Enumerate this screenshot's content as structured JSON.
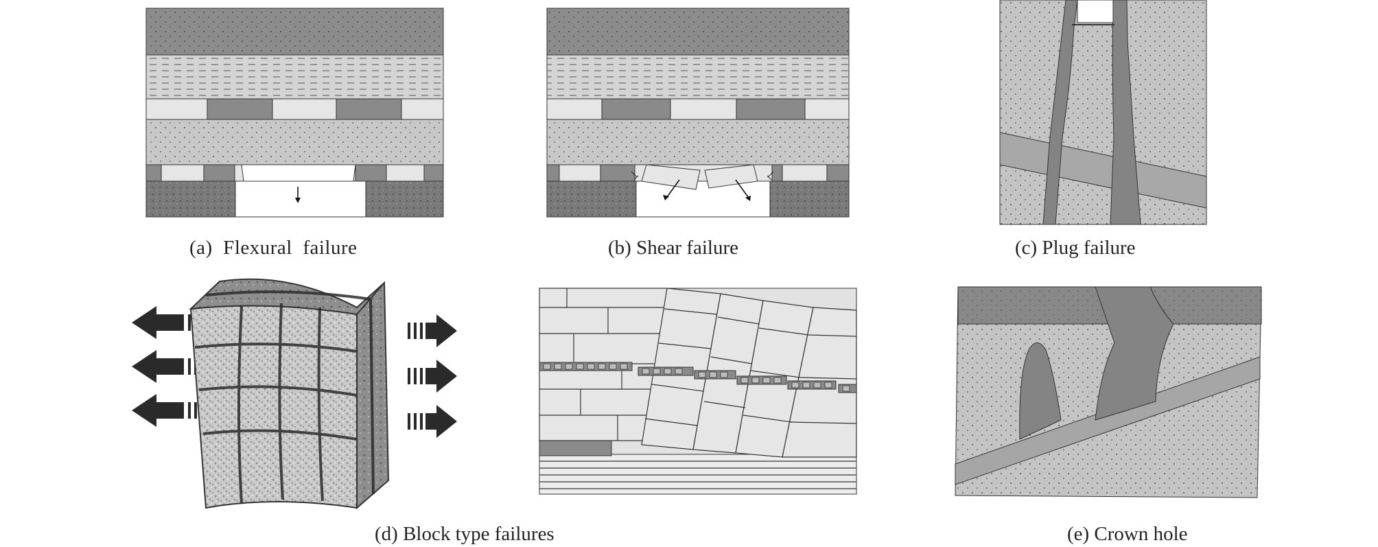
{
  "figure": {
    "panels": [
      {
        "id": "a",
        "caption": "(a)  Flexural  failure"
      },
      {
        "id": "b",
        "caption": "(b)  Shear  failure"
      },
      {
        "id": "c",
        "caption": "(c)  Plug  failure"
      },
      {
        "id": "d",
        "caption": "(d)  Block  type  failures"
      },
      {
        "id": "e",
        "caption": "(e)  Crown  hole"
      }
    ]
  },
  "colors": {
    "dark_rock": "#8a8a8a",
    "mid_rock": "#b4b4b4",
    "light_rock": "#d9d9d9",
    "pale": "#e8e8e8",
    "soil": "#6f6f6f",
    "outline": "#333333"
  }
}
